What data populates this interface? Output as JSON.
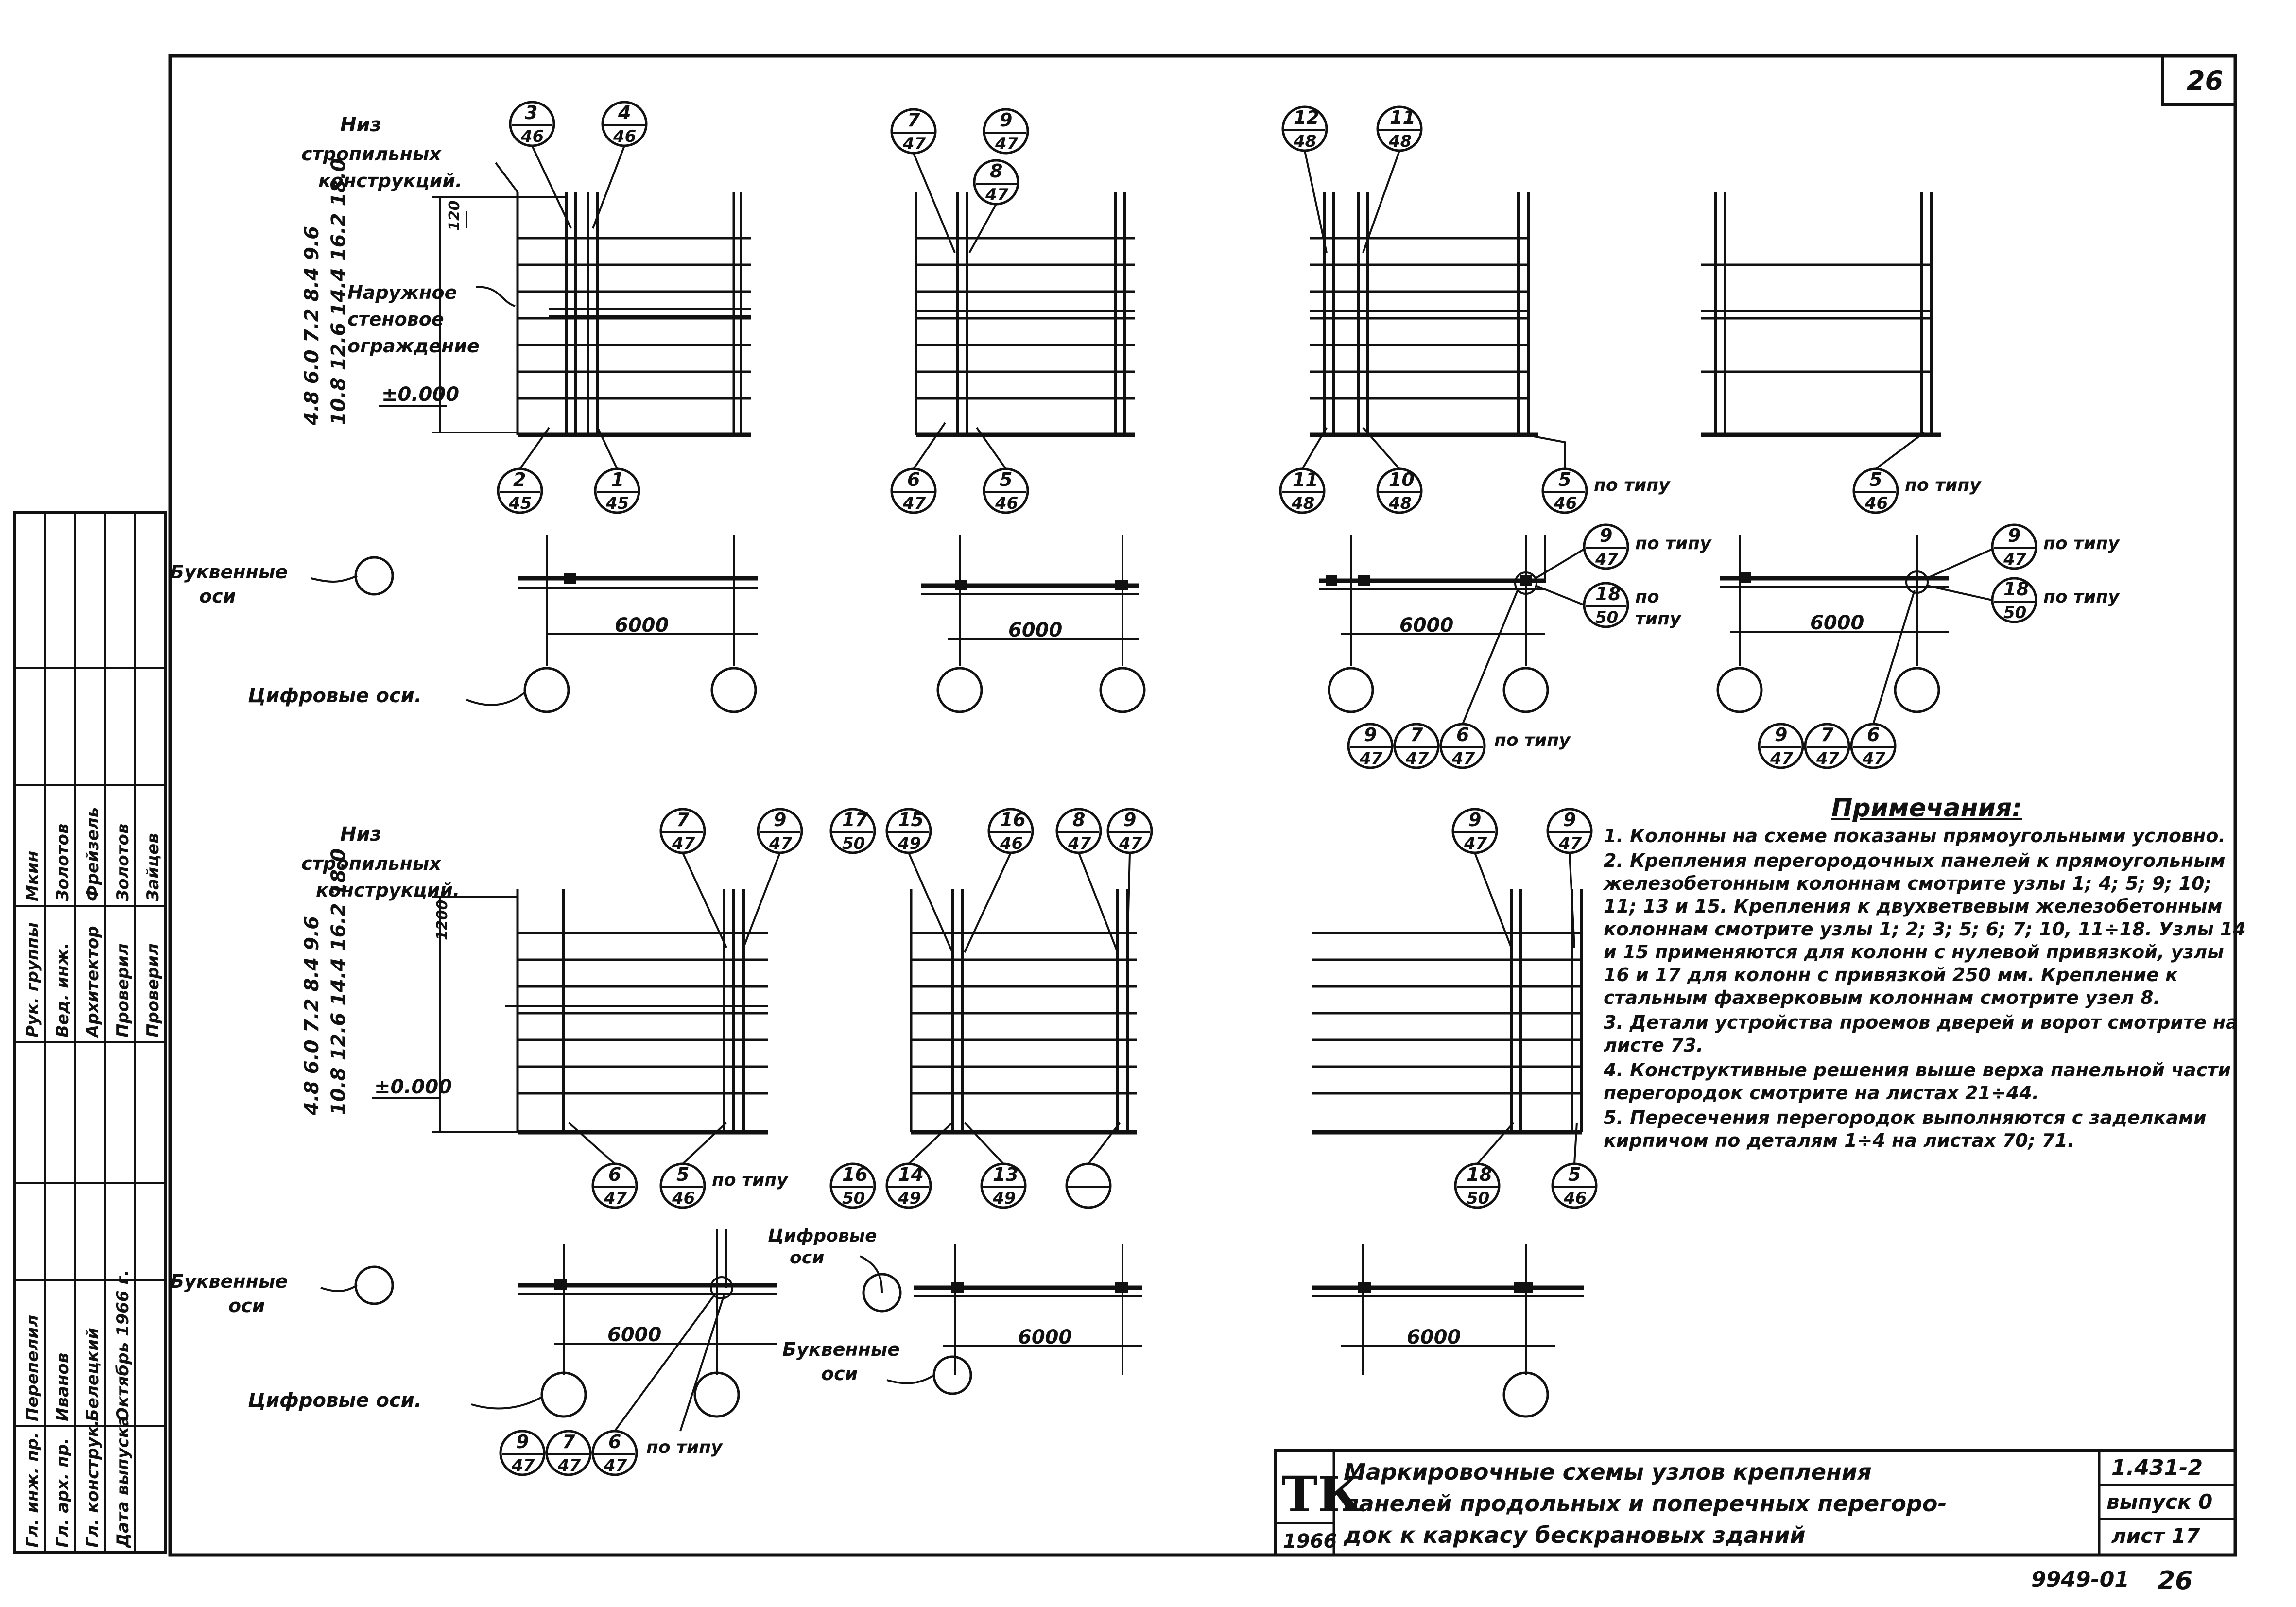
{
  "sheet_number": "26",
  "labels": {
    "roof_bottom": [
      "Низ",
      "стропильных",
      "конструкций."
    ],
    "outer_wall": [
      "Наружное",
      "стеновое",
      "ограждение"
    ],
    "zero_mark": "±0.000",
    "letter_axes": "Буквенные оси.",
    "letter_axes_short": [
      "Буквенные",
      "оси"
    ],
    "digit_axes": "Цифровые оси.",
    "digit_axes_short": [
      "Цифровые",
      "оси"
    ],
    "by_type": "по типу",
    "by_type_split": [
      "по",
      "типу"
    ],
    "span": "6000",
    "dim_120": "120",
    "dim_1200": "1200",
    "heights_a": "4.8 6.0 7.2 8.4 9.6",
    "heights_b": "10.8 12.6 14.4 16.2 18.0"
  },
  "nodes": {
    "d1_top": [
      [
        "3",
        "46"
      ],
      [
        "4",
        "46"
      ]
    ],
    "d1_bottom": [
      [
        "2",
        "45"
      ],
      [
        "1",
        "45"
      ]
    ],
    "d2_top": [
      [
        "7",
        "47"
      ],
      [
        "9",
        "47"
      ],
      [
        "8",
        "47"
      ]
    ],
    "d2_bottom": [
      [
        "6",
        "47"
      ],
      [
        "5",
        "46"
      ]
    ],
    "d3_top": [
      [
        "12",
        "48"
      ],
      [
        "11",
        "48"
      ]
    ],
    "d3_bottom": [
      [
        "11",
        "48"
      ],
      [
        "10",
        "48"
      ],
      [
        "5",
        "46"
      ]
    ],
    "d3_plan": [
      [
        "9",
        "47"
      ],
      [
        "18",
        "50"
      ]
    ],
    "d3_row": [
      [
        "9",
        "47"
      ],
      [
        "7",
        "47"
      ],
      [
        "6",
        "47"
      ]
    ],
    "d4_bottom": [
      [
        "5",
        "46"
      ]
    ],
    "d4_plan": [
      [
        "9",
        "47"
      ],
      [
        "18",
        "50"
      ]
    ],
    "d4_row": [
      [
        "9",
        "47"
      ],
      [
        "7",
        "47"
      ],
      [
        "6",
        "47"
      ]
    ],
    "d5_top": [
      [
        "7",
        "47"
      ],
      [
        "9",
        "47"
      ]
    ],
    "d5_bottom": [
      [
        "6",
        "47"
      ],
      [
        "5",
        "46"
      ]
    ],
    "d5_row": [
      [
        "9",
        "47"
      ],
      [
        "7",
        "47"
      ],
      [
        "6",
        "47"
      ]
    ],
    "d6_top": [
      [
        "17",
        "50"
      ],
      [
        "15",
        "49"
      ],
      [
        "16",
        "46"
      ],
      [
        "8",
        "47"
      ],
      [
        "9",
        "47"
      ]
    ],
    "d6_bottom": [
      [
        "16",
        "50"
      ],
      [
        "14",
        "49"
      ],
      [
        "13",
        "49"
      ]
    ],
    "d7_top": [
      [
        "9",
        "47"
      ],
      [
        "9",
        "47"
      ]
    ],
    "d7_bottom": [
      [
        "18",
        "50"
      ],
      [
        "5",
        "46"
      ]
    ]
  },
  "notes": {
    "title": "Примечания:",
    "items": [
      "1. Колонны на схеме показаны прямоугольными условно.",
      "2. Крепления перегородочных панелей к прямоугольным железобетонным колоннам смотрите узлы 1; 4; 5; 9; 10; 11; 13 и 15. Крепления к двухветвевым железобетонным колоннам смотрите узлы 1; 2; 3; 5; 6; 7; 10, 11÷18. Узлы 14 и 15 применяются для колонн с нулевой привязкой, узлы 16 и 17 для колонн с привязкой 250 мм. Крепление к стальным фахверковым колоннам смотрите узел 8.",
      "3. Детали устройства проемов дверей и ворот смотрите на листе 73.",
      "4. Конструктивные решения выше верха панельной части перегородок смотрите на листах 21÷44.",
      "5. Пересечения перегородок выполняются с заделками кирпичом по деталям 1÷4 на листах 70; 71."
    ]
  },
  "stamp": {
    "rows": [
      [
        "Гл. инж. пр.",
        "Перепелил",
        "",
        "Рук. группы",
        "Мкин",
        ""
      ],
      [
        "Гл. арх. пр.",
        "Иванов",
        "",
        "Вед. инж.",
        "Золотов",
        ""
      ],
      [
        "Гл. конструк.",
        "Белецкий",
        "",
        "Архитектор",
        "Фрейзель",
        ""
      ],
      [
        "Дата выпуска",
        "Октябрь 1966 г.",
        "",
        "Проверил",
        "Золотов",
        ""
      ],
      [
        "",
        "",
        "",
        "Проверил",
        "Зайцев",
        ""
      ]
    ]
  },
  "title_block": {
    "logo": "ТК",
    "year": "1966",
    "title_lines": [
      "Маркировочные схемы узлов крепления",
      "панелей продольных и поперечных перегоро-",
      "док к каркасу бескрановых зданий"
    ],
    "code": "1.431-2",
    "issue": "выпуск 0",
    "sheet": "лист 17"
  },
  "footer": {
    "order_no": "9949-01",
    "page": "26"
  }
}
